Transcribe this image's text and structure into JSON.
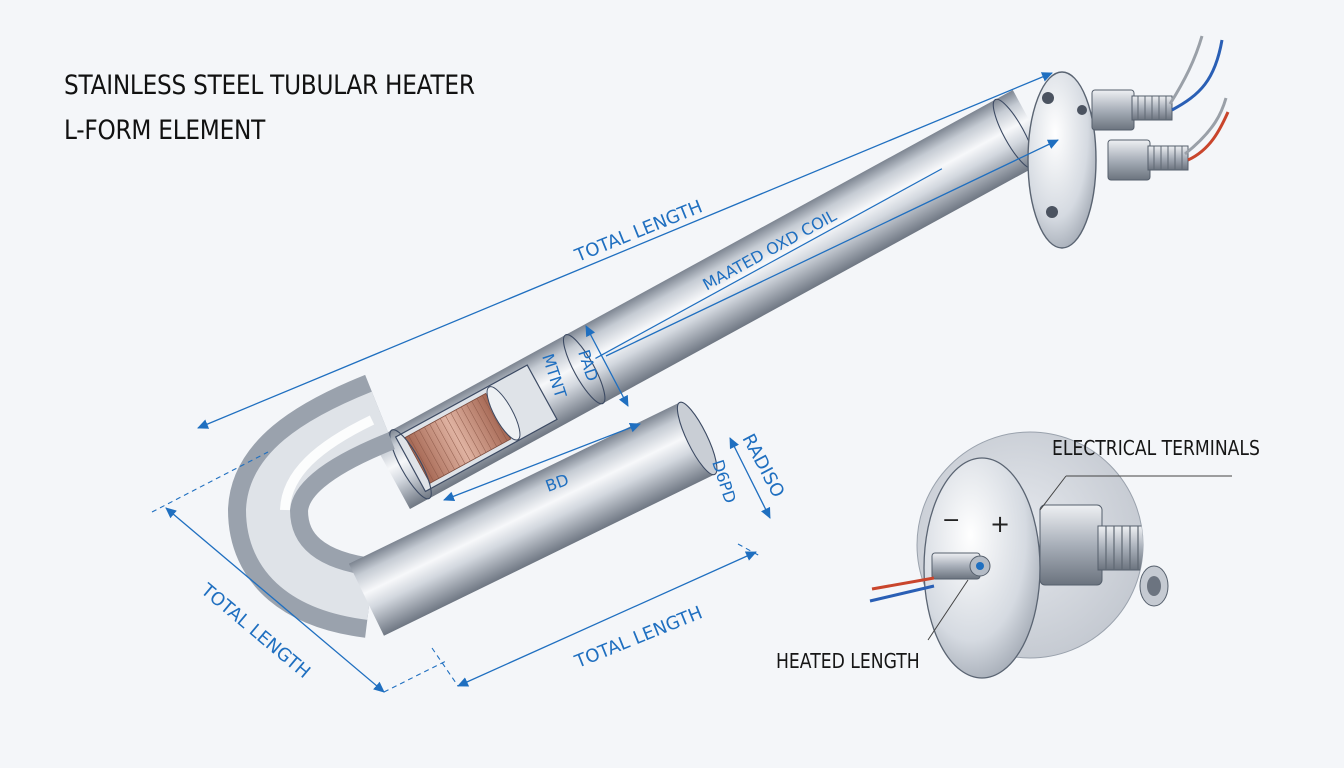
{
  "title": {
    "line1": "STAINLESS STEEL TUBULAR HEATER",
    "line2": "L-FORM ELEMENT"
  },
  "dimension_labels": {
    "total_length_top": "TOTAL LENGTH",
    "total_length_left": "TOTAL LENGTH",
    "total_length_bottom": "TOTAL LENGTH",
    "coil": "MAATED OXD COIL",
    "pad": "PAD",
    "mtnt": "MTNT",
    "bd": "BD",
    "d6pd": "D6PD",
    "radiso": "RADISO"
  },
  "callouts": {
    "electrical_terminals": "ELECTRICAL TERMINALS",
    "heated_length": "HEATED LENGTH"
  },
  "terminal_symbols": {
    "minus": "−",
    "plus": "+"
  },
  "colors": {
    "dimension_blue": "#1f6fc0",
    "steel_light": "#f2f4f7",
    "steel_dark": "#8e96a2",
    "copper_coil": "#b97a66",
    "wire_red": "#c9452c",
    "wire_blue": "#2a5fb5"
  }
}
